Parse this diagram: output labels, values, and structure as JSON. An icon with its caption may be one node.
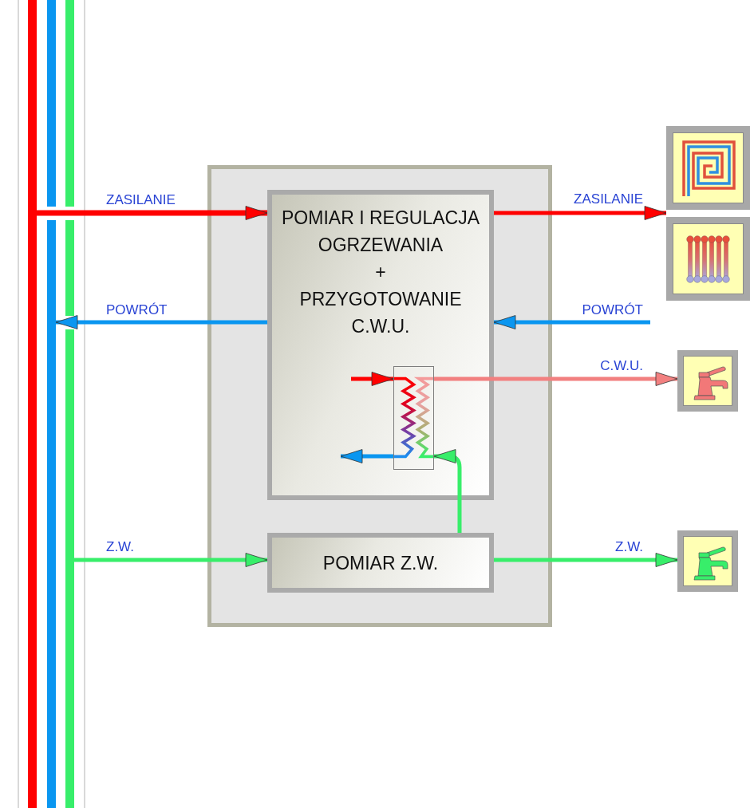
{
  "diagram": {
    "nodes": [
      {
        "text": [],
        "shape": "bar"
      },
      {
        "text": [],
        "shape": "bar"
      },
      {
        "text": [],
        "shape": "bar"
      },
      {
        "text": [],
        "shape": "box"
      },
      {
        "text": [
          "POMIAR I REGULACJA OGRZEWANIA",
          "+",
          "PRZYGOTOWANIE C.W.U."
        ],
        "in": 3
      },
      {
        "text": [],
        "shape": "box",
        "in": 4
      },
      {
        "text": [
          "POMIAR Z.W."
        ],
        "in": 3
      },
      {
        "text": [],
        "shape": "picture"
      },
      {
        "text": [],
        "shape": "picture"
      },
      {
        "text": [],
        "shape": "picture"
      },
      {
        "text": [],
        "shape": "picture"
      }
    ],
    "edges": [
      {
        "from": 0,
        "to": 4,
        "arrow": "to",
        "label": "ZASILANIE",
        "color": "#ff0000"
      },
      {
        "from": 4,
        "to": 1,
        "arrow": "to",
        "label": "POWRÓT",
        "color": "#0a96f0"
      },
      {
        "from": 2,
        "to": 6,
        "arrow": "to",
        "label": "Z.W.",
        "color": "#38ee6a"
      },
      {
        "from": 4,
        "to": 7,
        "arrow": "to",
        "label": "ZASILANIE",
        "color": "#ff0000"
      },
      {
        "from": null,
        "to": 4,
        "arrow": "to",
        "label": "POWRÓT",
        "color": "#0a96f0"
      },
      {
        "from": null,
        "to": 5,
        "arrow": "to",
        "color": "#ff0000"
      },
      {
        "from": 5,
        "to": null,
        "arrow": "to",
        "color": "#0a96f0"
      },
      {
        "from": 5,
        "to": 9,
        "arrow": "to",
        "label": "C.W.U.",
        "color": "#f28080"
      },
      {
        "from": 6,
        "to": 10,
        "arrow": "to",
        "label": "Z.W.",
        "color": "#38ee6a"
      },
      {
        "from": 6,
        "to": 5,
        "arrow": "to",
        "color": "#38ee6a"
      }
    ]
  }
}
